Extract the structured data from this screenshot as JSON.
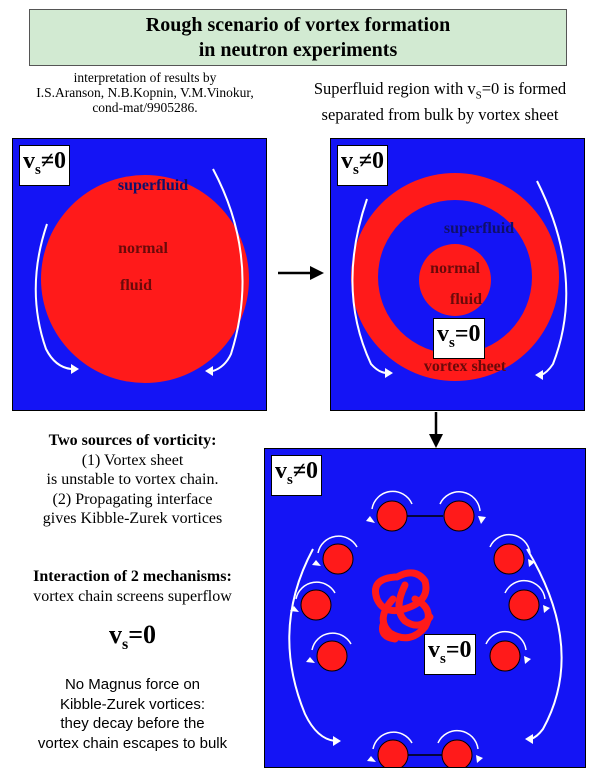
{
  "title": {
    "line1": "Rough scenario of vortex formation",
    "line2": "in neutron experiments"
  },
  "credit": {
    "line1": "interpretation of results by",
    "line2": "I.S.Aranson,  N.B.Kopnin,  V.M.Vinokur,",
    "line3": "cond-mat/9905286."
  },
  "caption_top": {
    "line1_pre": "Superfluid region with v",
    "line1_sub": "S",
    "line1_post": "=0 is formed",
    "line2": "separated from bulk by vortex sheet"
  },
  "vs_symbol": {
    "v": "v",
    "sub": "s",
    "neq": "≠0",
    "eq": "=0"
  },
  "panel1": {
    "outer_label": "superfluid",
    "inner_label1": "normal",
    "inner_label2": "fluid"
  },
  "panel2": {
    "ring_label": "superfluid",
    "inner_label1": "normal",
    "inner_label2": "fluid",
    "sheet_label": "vortex sheet"
  },
  "explanation": {
    "heading1": "Two sources of vorticity:",
    "item1_a": "(1) Vortex sheet",
    "item1_b": "is unstable to vortex chain.",
    "item2_a": "(2) Propagating interface",
    "item2_b": "gives Kibble-Zurek vortices",
    "heading2": "Interaction of 2 mechanisms:",
    "line_screen": "vortex chain screens superflow",
    "footer1": "No Magnus force on",
    "footer2": "Kibble-Zurek vortices:",
    "footer3": "they decay before the",
    "footer4": "vortex chain escapes to bulk"
  },
  "colors": {
    "superfluid": "#1414f5",
    "normal": "#ff1a1a",
    "title_bg": "#d2ead2",
    "label_dark": "#10106a"
  }
}
